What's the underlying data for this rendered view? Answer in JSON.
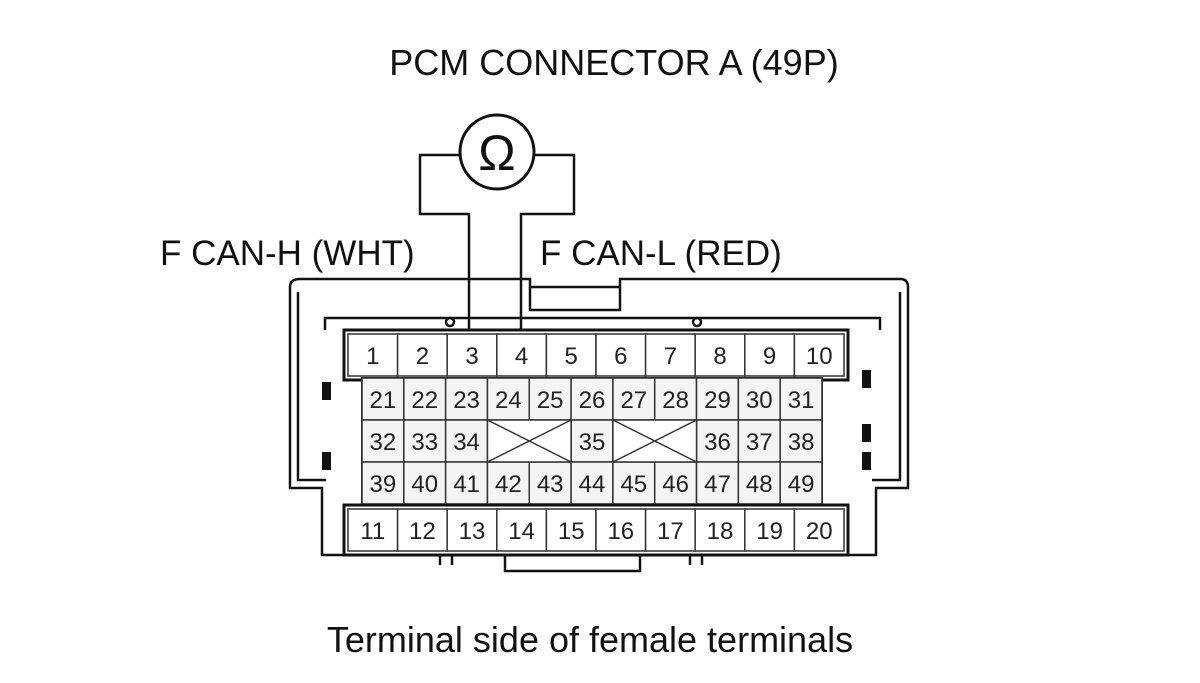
{
  "title": "PCM CONNECTOR A (49P)",
  "meter_symbol": "Ω",
  "probe_left": {
    "label": "F CAN-H (WHT)",
    "terminal": 3
  },
  "probe_right": {
    "label": "F CAN-L (RED)",
    "terminal": 4
  },
  "caption": "Terminal side of female terminals",
  "terminals": {
    "top_row": [
      "1",
      "2",
      "3",
      "4",
      "5",
      "6",
      "7",
      "8",
      "9",
      "10"
    ],
    "row_a": [
      "21",
      "22",
      "23",
      "24",
      "25",
      "26",
      "27",
      "28",
      "29",
      "30",
      "31"
    ],
    "row_b": [
      "32",
      "33",
      "34",
      "",
      "",
      "35",
      "",
      "",
      "36",
      "37",
      "38"
    ],
    "row_c": [
      "39",
      "40",
      "41",
      "42",
      "43",
      "44",
      "45",
      "46",
      "47",
      "48",
      "49"
    ],
    "bottom_row": [
      "11",
      "12",
      "13",
      "14",
      "15",
      "16",
      "17",
      "18",
      "19",
      "20"
    ]
  },
  "empty_cavities": [
    {
      "row": "row_b",
      "from": 3,
      "to": 4
    },
    {
      "row": "row_b",
      "from": 6,
      "to": 7
    }
  ]
}
